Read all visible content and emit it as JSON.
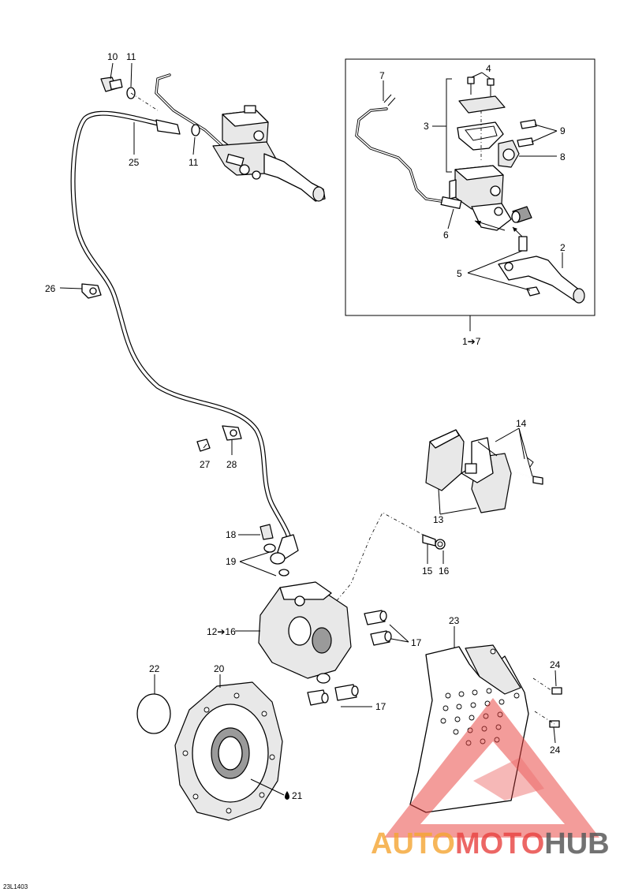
{
  "diagram": {
    "callouts": {
      "c1": "1➔7",
      "c2": "2",
      "c3": "3",
      "c4": "4",
      "c5": "5",
      "c6": "6",
      "c7": "7",
      "c8": "8",
      "c9": "9",
      "c10": "10",
      "c11a": "11",
      "c11b": "11",
      "c12": "12➔16",
      "c13": "13",
      "c14": "14",
      "c15": "15",
      "c16": "16",
      "c17a": "17",
      "c17b": "17",
      "c18": "18",
      "c19": "19",
      "c20": "20",
      "c21": "21",
      "c22": "22",
      "c23": "23",
      "c24a": "24",
      "c24b": "24",
      "c25": "25",
      "c26": "26",
      "c27": "27",
      "c28": "28"
    },
    "doc_id": "23L1403"
  },
  "watermark": {
    "part1": "AUTO",
    "part2": "MOTO",
    "part3": "HUB",
    "colors": {
      "orange": "#f5a531",
      "red": "#e8423f",
      "gray": "#5a5a5a"
    }
  }
}
